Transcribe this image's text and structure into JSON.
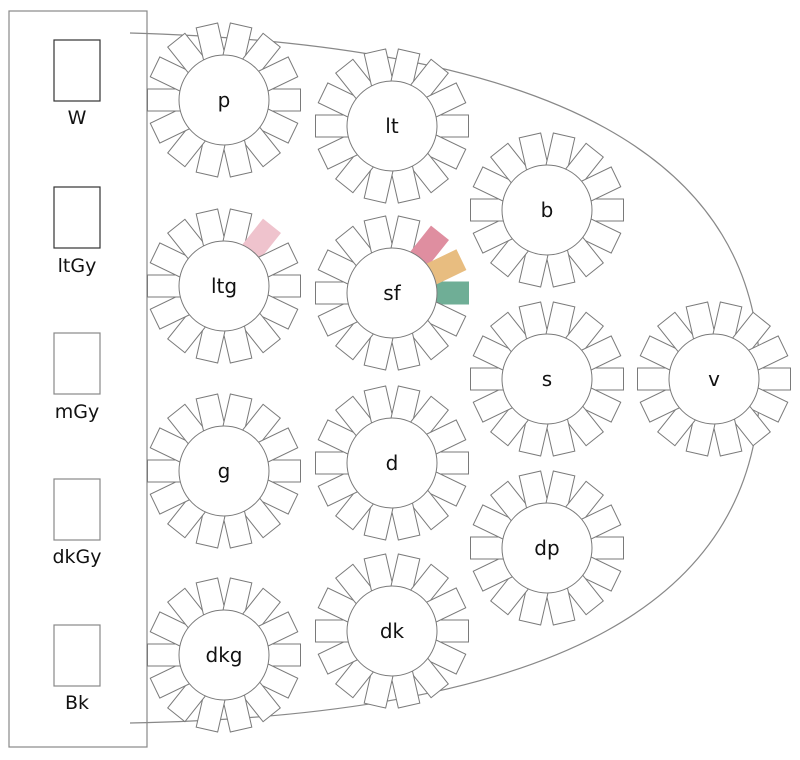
{
  "side_panel": {
    "swatches": [
      {
        "label": "W",
        "border": "#333333"
      },
      {
        "label": "ltGy",
        "border": "#333333"
      },
      {
        "label": "mGy",
        "border": "#888888"
      },
      {
        "label": "dkGy",
        "border": "#888888"
      },
      {
        "label": "Bk",
        "border": "#888888"
      }
    ]
  },
  "colors": {
    "outline": "#7a7a7a",
    "pink_light": "#efc3cd",
    "pink": "#df8ea0",
    "orange": "#e8bd80",
    "green": "#6fae96"
  },
  "tables": [
    {
      "label": "p",
      "highlights": []
    },
    {
      "label": "lt",
      "highlights": []
    },
    {
      "label": "b",
      "highlights": []
    },
    {
      "label": "ltg",
      "highlights": [
        {
          "seat": 12,
          "color": "pink_light"
        }
      ]
    },
    {
      "label": "sf",
      "highlights": [
        {
          "seat": 13,
          "color": "orange"
        },
        {
          "seat": 12,
          "color": "pink"
        },
        {
          "seat": 0,
          "color": "green"
        }
      ]
    },
    {
      "label": "s",
      "highlights": []
    },
    {
      "label": "v",
      "highlights": []
    },
    {
      "label": "g",
      "highlights": []
    },
    {
      "label": "d",
      "highlights": []
    },
    {
      "label": "dp",
      "highlights": []
    },
    {
      "label": "dkg",
      "highlights": []
    },
    {
      "label": "dk",
      "highlights": []
    }
  ]
}
